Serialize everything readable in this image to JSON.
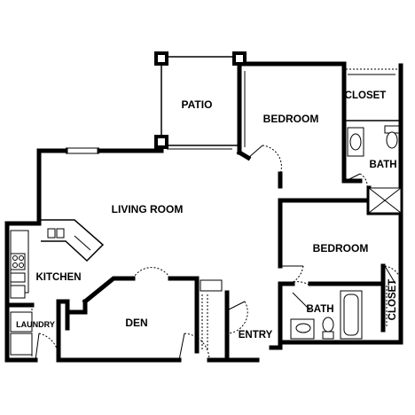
{
  "rooms": {
    "patio": "PATIO",
    "bedroom_1": "BEDROOM",
    "closet_1": "CLOSET",
    "bath_1": "BATH",
    "living_room": "LIVING ROOM",
    "bedroom_2": "BEDROOM",
    "kitchen": "KITCHEN",
    "laundry": "LAUNDRY",
    "den": "DEN",
    "entry": "ENTRY",
    "bath_2": "BATH",
    "closet_2": "CLOSET"
  }
}
